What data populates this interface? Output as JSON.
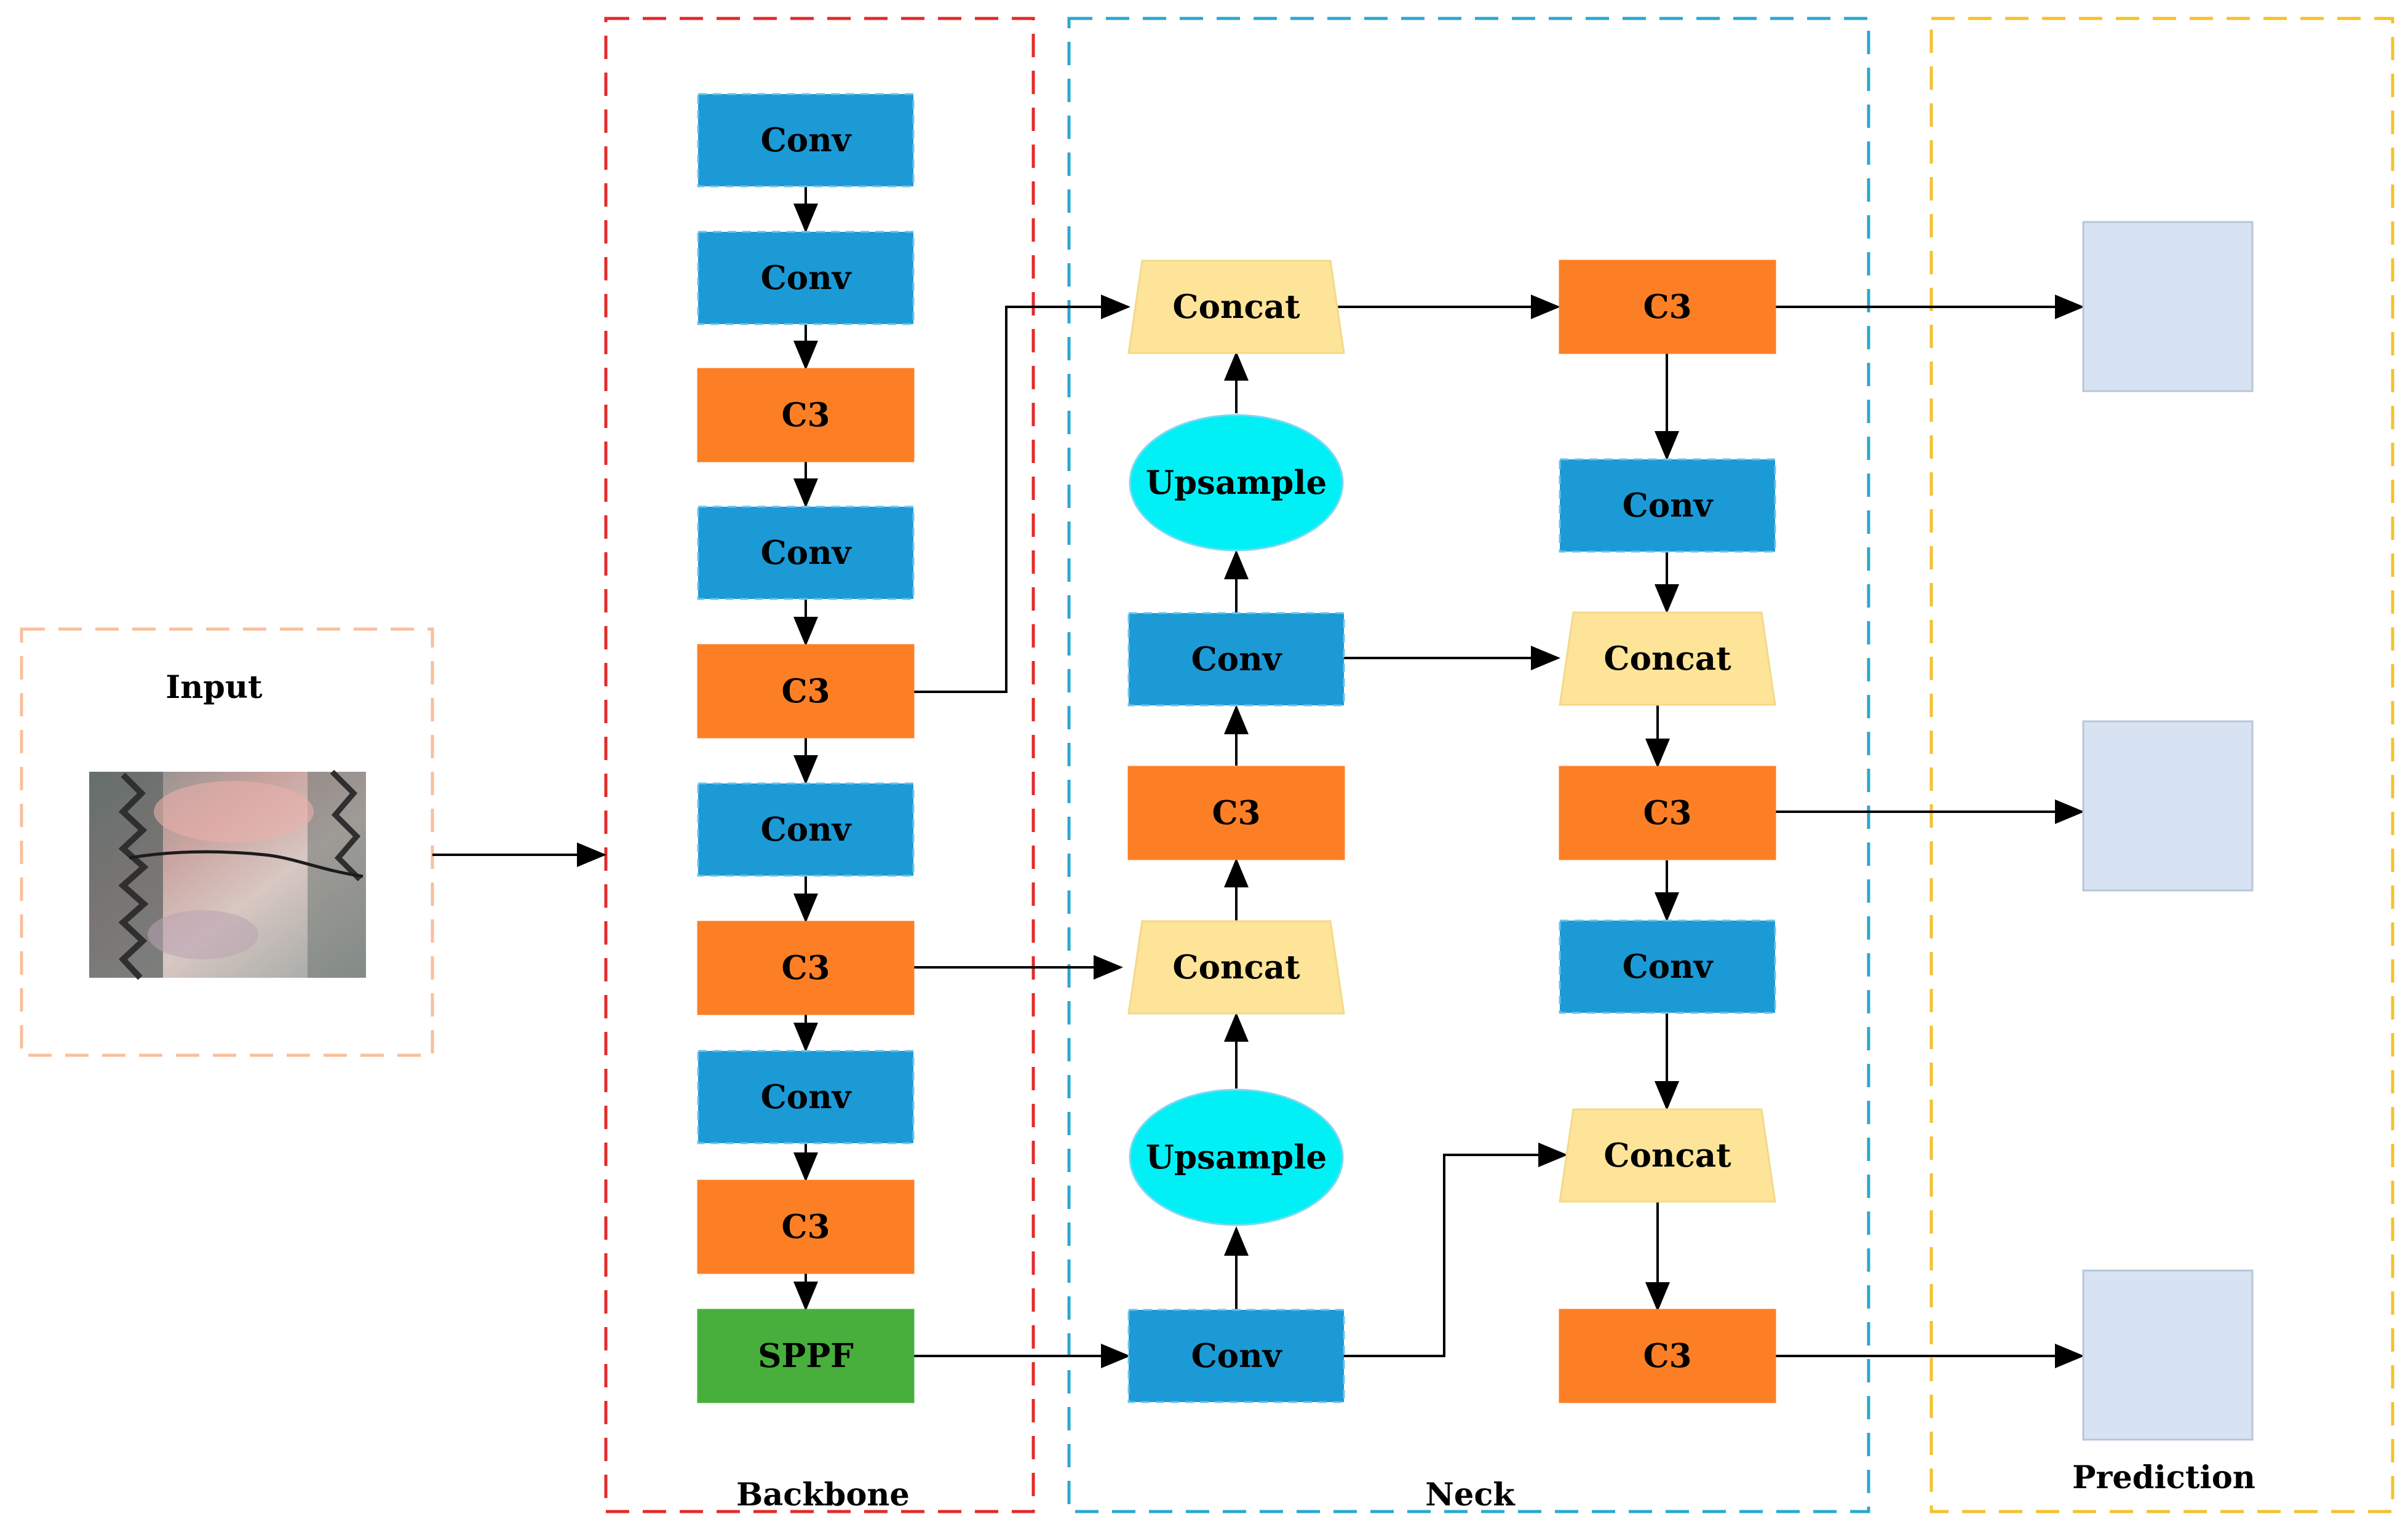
{
  "labels": {
    "input": "Input",
    "backbone": "Backbone",
    "neck": "Neck",
    "prediction": "Prediction"
  },
  "colors": {
    "conv": "#1b9ad6",
    "c3": "#fd7f25",
    "sppf": "#48af3d",
    "concat": "#fde498",
    "upsample": "#00f0f6",
    "prediction": "#d7e2f2",
    "input_region": "#f9bf9c",
    "backbone_region": "#e32a2a",
    "neck_region": "#2aa9cf",
    "prediction_region": "#f4c22d"
  },
  "backbone": {
    "nodes": [
      {
        "id": "b1",
        "kind": "conv",
        "label": "Conv"
      },
      {
        "id": "b2",
        "kind": "conv",
        "label": "Conv"
      },
      {
        "id": "b3",
        "kind": "c3",
        "label": "C3"
      },
      {
        "id": "b4",
        "kind": "conv",
        "label": "Conv"
      },
      {
        "id": "b5",
        "kind": "c3",
        "label": "C3"
      },
      {
        "id": "b6",
        "kind": "conv",
        "label": "Conv"
      },
      {
        "id": "b7",
        "kind": "c3",
        "label": "C3"
      },
      {
        "id": "b8",
        "kind": "conv",
        "label": "Conv"
      },
      {
        "id": "b9",
        "kind": "c3",
        "label": "C3"
      },
      {
        "id": "b10",
        "kind": "sppf",
        "label": "SPPF"
      }
    ]
  },
  "neck": {
    "column1": [
      {
        "id": "n1",
        "kind": "concat",
        "label": "Concat"
      },
      {
        "id": "n2",
        "kind": "upsample",
        "label": "Upsample"
      },
      {
        "id": "n3",
        "kind": "conv",
        "label": "Conv"
      },
      {
        "id": "n4",
        "kind": "c3",
        "label": "C3"
      },
      {
        "id": "n5",
        "kind": "concat",
        "label": "Concat"
      },
      {
        "id": "n6",
        "kind": "upsample",
        "label": "Upsample"
      },
      {
        "id": "n7",
        "kind": "conv",
        "label": "Conv"
      }
    ],
    "column2": [
      {
        "id": "m1",
        "kind": "c3",
        "label": "C3"
      },
      {
        "id": "m2",
        "kind": "conv",
        "label": "Conv"
      },
      {
        "id": "m3",
        "kind": "concat",
        "label": "Concat"
      },
      {
        "id": "m4",
        "kind": "c3",
        "label": "C3"
      },
      {
        "id": "m5",
        "kind": "conv",
        "label": "Conv"
      },
      {
        "id": "m6",
        "kind": "concat",
        "label": "Concat"
      },
      {
        "id": "m7",
        "kind": "c3",
        "label": "C3"
      }
    ]
  },
  "prediction": {
    "heads": [
      {
        "id": "p1"
      },
      {
        "id": "p2"
      },
      {
        "id": "p3"
      }
    ]
  }
}
